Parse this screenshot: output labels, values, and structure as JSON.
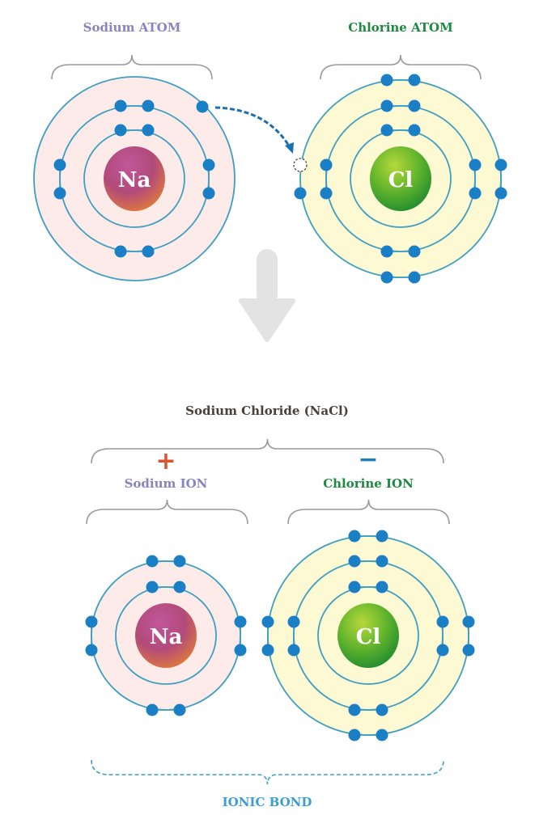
{
  "top": {
    "sodium_label": "Sodium ATOM",
    "chlorine_label": "Chlorine ATOM",
    "sodium_symbol": "Na",
    "chlorine_symbol": "Cl",
    "sodium_shells": [
      2,
      8,
      1
    ],
    "chlorine_shells": [
      2,
      8,
      7
    ]
  },
  "bottom": {
    "compound_label": "Sodium Chloride (NaCl)",
    "plus_sign": "+",
    "minus_sign": "−",
    "sodium_label": "Sodium ION",
    "chlorine_label": "Chlorine ION",
    "sodium_symbol": "Na",
    "chlorine_symbol": "Cl",
    "sodium_shells": [
      2,
      8
    ],
    "chlorine_shells": [
      2,
      8,
      8
    ],
    "bond_label": "IONIC BOND"
  },
  "colors": {
    "electron": "#1b7fc6",
    "shell": "#3f9fc2",
    "sodium_fill": "#fcebe9",
    "chlorine_fill": "#fcf9d3",
    "sodium_text": "#8884c0",
    "chlorine_text": "#1c8b40",
    "compound_text": "#4a403a",
    "bond_text": "#3b9dd2",
    "plus": "#d9532b",
    "arrow": "#e3e3e3",
    "bracket": "#9a9a9a"
  }
}
